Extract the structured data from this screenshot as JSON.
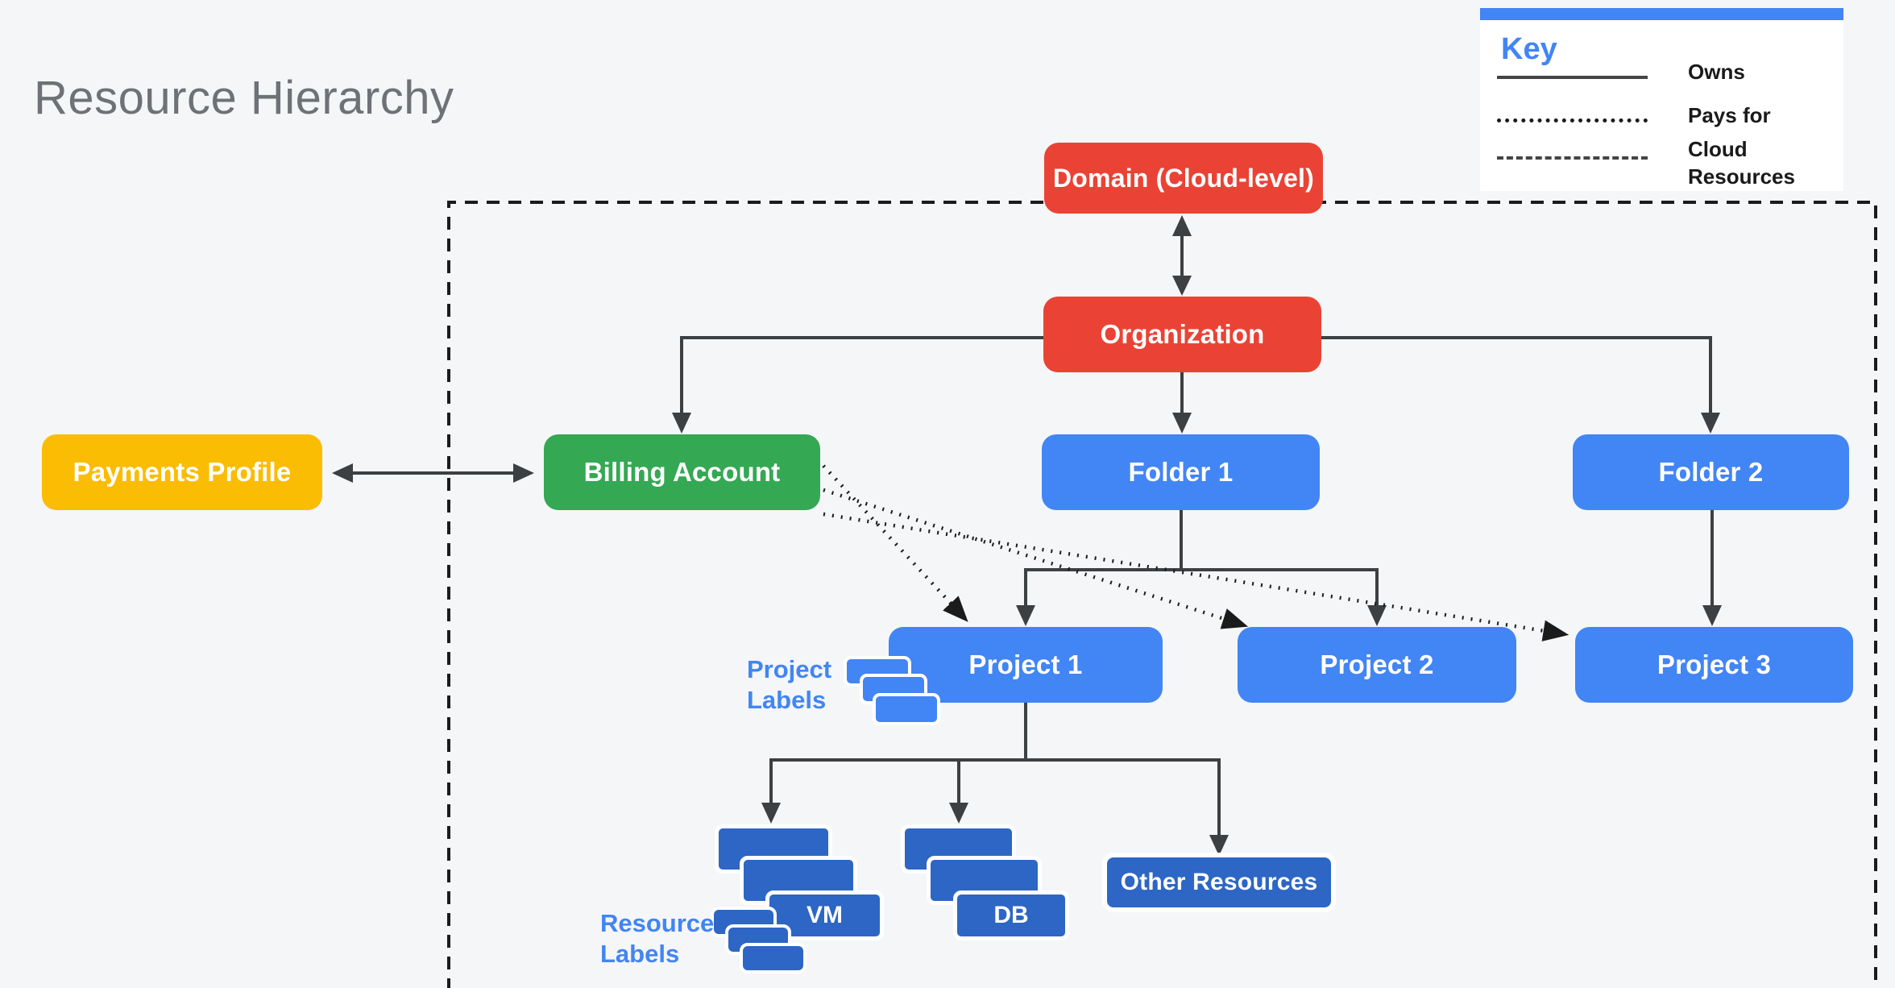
{
  "title": "Resource Hierarchy",
  "key": {
    "heading": "Key",
    "entries": [
      {
        "style": "solid",
        "label": "Owns"
      },
      {
        "style": "dotted",
        "label": "Pays for"
      },
      {
        "style": "dashed",
        "label": "Cloud Resources"
      }
    ]
  },
  "nodes": {
    "payments_profile": {
      "label": "Payments Profile",
      "color": "#FBBC04"
    },
    "billing_account": {
      "label": "Billing Account",
      "color": "#34A853"
    },
    "domain": {
      "label": "Domain (Cloud-level)",
      "color": "#EA4335"
    },
    "organization": {
      "label": "Organization",
      "color": "#EA4335"
    },
    "folder1": {
      "label": "Folder 1",
      "color": "#4285F4"
    },
    "folder2": {
      "label": "Folder 2",
      "color": "#4285F4"
    },
    "project1": {
      "label": "Project 1",
      "color": "#4285F4"
    },
    "project2": {
      "label": "Project 2",
      "color": "#4285F4"
    },
    "project3": {
      "label": "Project 3",
      "color": "#4285F4"
    },
    "other_resources": {
      "label": "Other Resources",
      "color": "#2D66C4"
    }
  },
  "stacks": {
    "vm": {
      "label": "VM",
      "color": "#2D66C4"
    },
    "db": {
      "label": "DB",
      "color": "#2D66C4"
    }
  },
  "annotations": {
    "project_labels": "Project\nLabels",
    "resource_labels": "Resource\nLabels"
  },
  "edges": [
    {
      "from": "domain",
      "to": "organization",
      "type": "owns",
      "bidirectional": true
    },
    {
      "from": "payments_profile",
      "to": "billing_account",
      "type": "owns",
      "bidirectional": true
    },
    {
      "from": "organization",
      "to": "billing_account",
      "type": "owns"
    },
    {
      "from": "organization",
      "to": "folder1",
      "type": "owns"
    },
    {
      "from": "organization",
      "to": "folder2",
      "type": "owns"
    },
    {
      "from": "folder1",
      "to": "project1",
      "type": "owns"
    },
    {
      "from": "folder1",
      "to": "project2",
      "type": "owns"
    },
    {
      "from": "folder2",
      "to": "project3",
      "type": "owns"
    },
    {
      "from": "project1",
      "to": "vm",
      "type": "owns"
    },
    {
      "from": "project1",
      "to": "db",
      "type": "owns"
    },
    {
      "from": "project1",
      "to": "other_resources",
      "type": "owns"
    },
    {
      "from": "billing_account",
      "to": "project1",
      "type": "pays_for"
    },
    {
      "from": "billing_account",
      "to": "project2",
      "type": "pays_for"
    },
    {
      "from": "billing_account",
      "to": "project3",
      "type": "pays_for"
    }
  ],
  "colors": {
    "background": "#F4F6F8",
    "red": "#EA4335",
    "green": "#34A853",
    "yellow": "#FBBC04",
    "blue": "#4285F4",
    "dark_blue": "#2D66C4",
    "line": "#3C4043",
    "dotted_line": "#1B1B1B",
    "title_gray": "#6E7276",
    "annotation_blue": "#4285F4"
  }
}
